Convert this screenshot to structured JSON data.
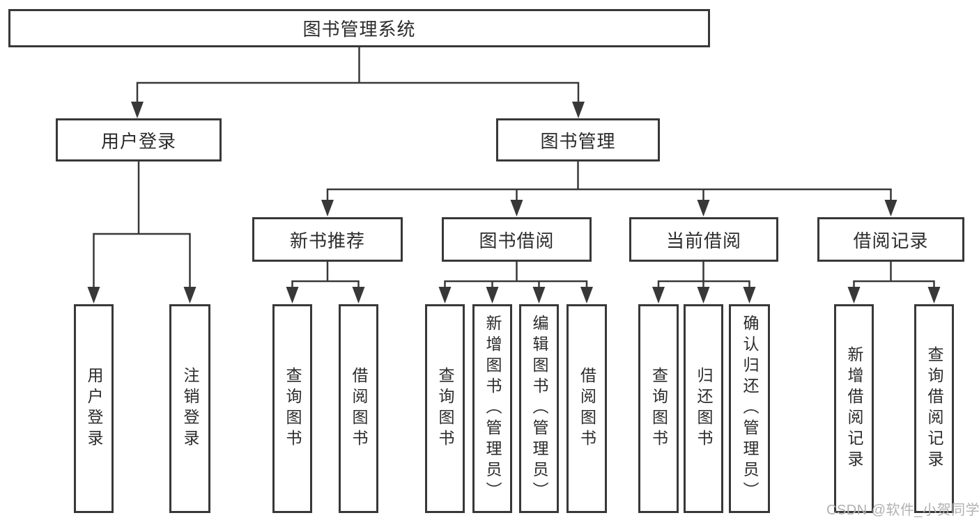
{
  "diagram_type": "hierarchy-tree",
  "tree": {
    "label": "图书管理系统",
    "children": [
      {
        "label": "用户登录",
        "children": [
          {
            "label": "用户登录"
          },
          {
            "label": "注销登录"
          }
        ]
      },
      {
        "label": "图书管理",
        "children": [
          {
            "label": "新书推荐",
            "children": [
              {
                "label": "查询图书"
              },
              {
                "label": "借阅图书"
              }
            ]
          },
          {
            "label": "图书借阅",
            "children": [
              {
                "label": "查询图书"
              },
              {
                "label": "新增图书（管理员）"
              },
              {
                "label": "编辑图书（管理员）"
              },
              {
                "label": "借阅图书"
              }
            ]
          },
          {
            "label": "当前借阅",
            "children": [
              {
                "label": "查询图书"
              },
              {
                "label": "归还图书"
              },
              {
                "label": "确认归还（管理员）"
              }
            ]
          },
          {
            "label": "借阅记录",
            "children": [
              {
                "label": "新增借阅记录"
              },
              {
                "label": "查询借阅记录"
              }
            ]
          }
        ]
      }
    ]
  },
  "watermark": {
    "text": "CSDN @软件_小贺同学"
  },
  "colors": {
    "line": "#383838",
    "text": "#2b2b2b",
    "box_background": "#ffffff",
    "watermark": "#b1b1b1",
    "background": "#ffffff"
  }
}
